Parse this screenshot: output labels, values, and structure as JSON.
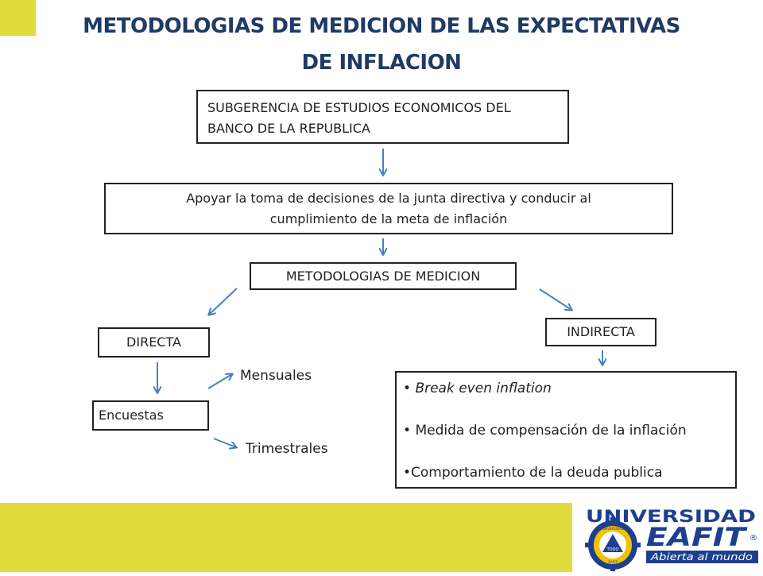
{
  "title_line1": "METODOLOGIAS DE MEDICION DE LAS EXPECTATIVAS",
  "title_line2": "DE INFLACION",
  "box1": {
    "line1": "SUBGERENCIA DE ESTUDIOS ECONOMICOS DEL",
    "line2": "BANCO DE LA REPUBLICA"
  },
  "box2": {
    "line1": "Apoyar la toma de decisiones de la junta directiva y conducir al",
    "line2": "cumplimiento de la meta de inflación"
  },
  "box3": "METODOLOGIAS DE MEDICION",
  "directa": "DIRECTA",
  "indirecta": "INDIRECTA",
  "encuestas": "Encuestas",
  "mensuales": "Mensuales",
  "trimestrales": "Trimestrales",
  "indirect_items": [
    {
      "bullet": "• ",
      "text": "Break even inflation"
    },
    {
      "bullet": "• ",
      "text": "Medida de compensación de la inflación"
    },
    {
      "bullet": "•",
      "text": "Comportamiento de la deuda publica"
    }
  ],
  "logo": {
    "name": "UNIVERSIDAD",
    "short": "EAFIT",
    "tagline": "Abierta al mundo",
    "seal_top": "UNIVERSIDAD",
    "seal_center": "TODO",
    "seal_bottom": "EAFIT",
    "registered": "®"
  },
  "colors": {
    "accent_yellow": "#e0dc3c",
    "title_blue": "#1f3a64",
    "arrow_blue": "#4a7fc0",
    "logo_blue": "#1d3f8f",
    "logo_yellow": "#f2c200"
  }
}
